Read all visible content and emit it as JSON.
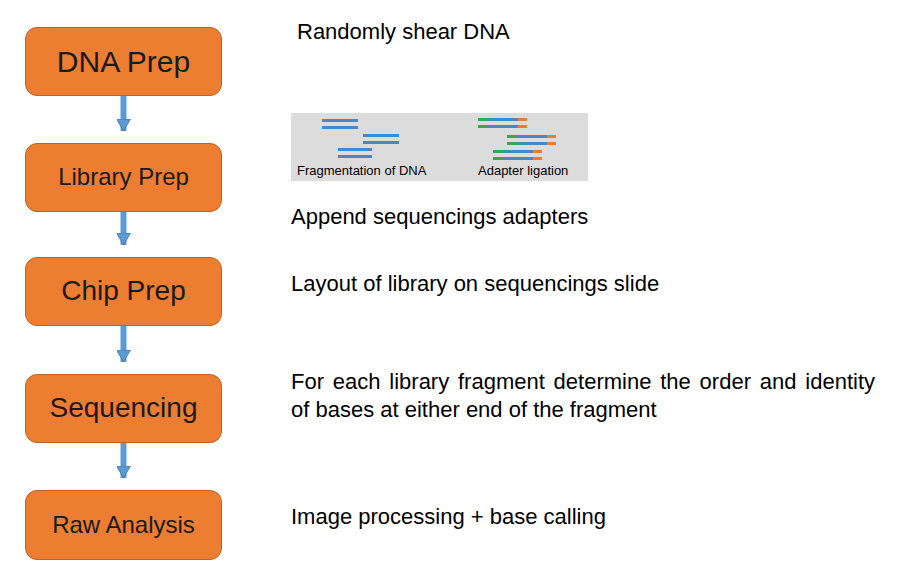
{
  "diagram": {
    "nodes": [
      {
        "text": [
          "DNA Prep"
        ]
      },
      {
        "text": [
          "Library Prep"
        ]
      },
      {
        "text": [
          "Chip Prep"
        ]
      },
      {
        "text": [
          "Sequencing"
        ]
      },
      {
        "text": [
          "Raw Analysis"
        ]
      }
    ],
    "edges": [
      {
        "from": 0,
        "to": 1,
        "arrow": "to"
      },
      {
        "from": 1,
        "to": 2,
        "arrow": "to"
      },
      {
        "from": 2,
        "to": 3,
        "arrow": "to"
      },
      {
        "from": 3,
        "to": 4,
        "arrow": "to"
      }
    ],
    "labels": [
      "Randomly shear DNA",
      "Fragmentation of DNA",
      "Adapter ligation",
      "Append sequencings adapters",
      "Layout of library on sequencings slide",
      "For each library fragment determine the order and identity of bases at either end of the fragment",
      "Image processing + base calling"
    ]
  }
}
